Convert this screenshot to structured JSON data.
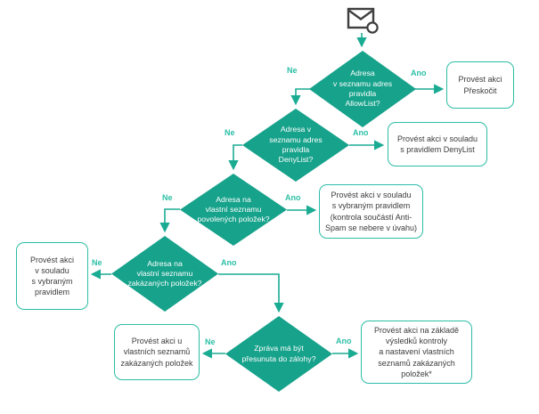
{
  "colors": {
    "shape_fill": "#16a28b",
    "box_border": "#2cbda6",
    "connector": "#1aab93",
    "edge_label": "#2bbfa6",
    "text_dark": "#3c3c3c",
    "diamond_text": "#ffffff"
  },
  "icons": {
    "message": "envelope-with-badge-icon"
  },
  "edge_labels": {
    "yes": "Ano",
    "no": "Ne"
  },
  "decisions": {
    "allowlist": {
      "label": "Adresa\nv seznamu adres\npravidla\nAllowList?"
    },
    "denylist": {
      "label": "Adresa v\nseznamu adres\npravidla\nDenyList?"
    },
    "allowed_items": {
      "label": "Adresa na\nvlastní seznamu\npovolených položek?"
    },
    "blocked_items": {
      "label": "Adresa na\nvlastní seznamu\nzakázaných položek?"
    },
    "backup": {
      "label": "Zpráva má být\npřesunuta do zálohy?"
    }
  },
  "actions": {
    "skip": {
      "label": "Provést akci\nPřeskočit"
    },
    "denylist_rule": {
      "label": "Provést akci v souladu\ns pravidlem DenyList"
    },
    "selected_rule_antispam": {
      "label": "Provést akci v souladu\ns vybraným pravidlem\n(kontrola součástí Anti-\nSpam se nebere v úvahu)"
    },
    "selected_rule": {
      "label": "Provést akci\nv souladu\ns vybraným\npravidlem"
    },
    "custom_blocklists": {
      "label": "Provést akci u\nvlastních seznamů\nzakázaných položek"
    },
    "scan_results": {
      "label": "Provést akci na základě\nvýsledků kontroly\na nastavení vlastních\nseznamů zakázaných\npoložek*"
    }
  }
}
